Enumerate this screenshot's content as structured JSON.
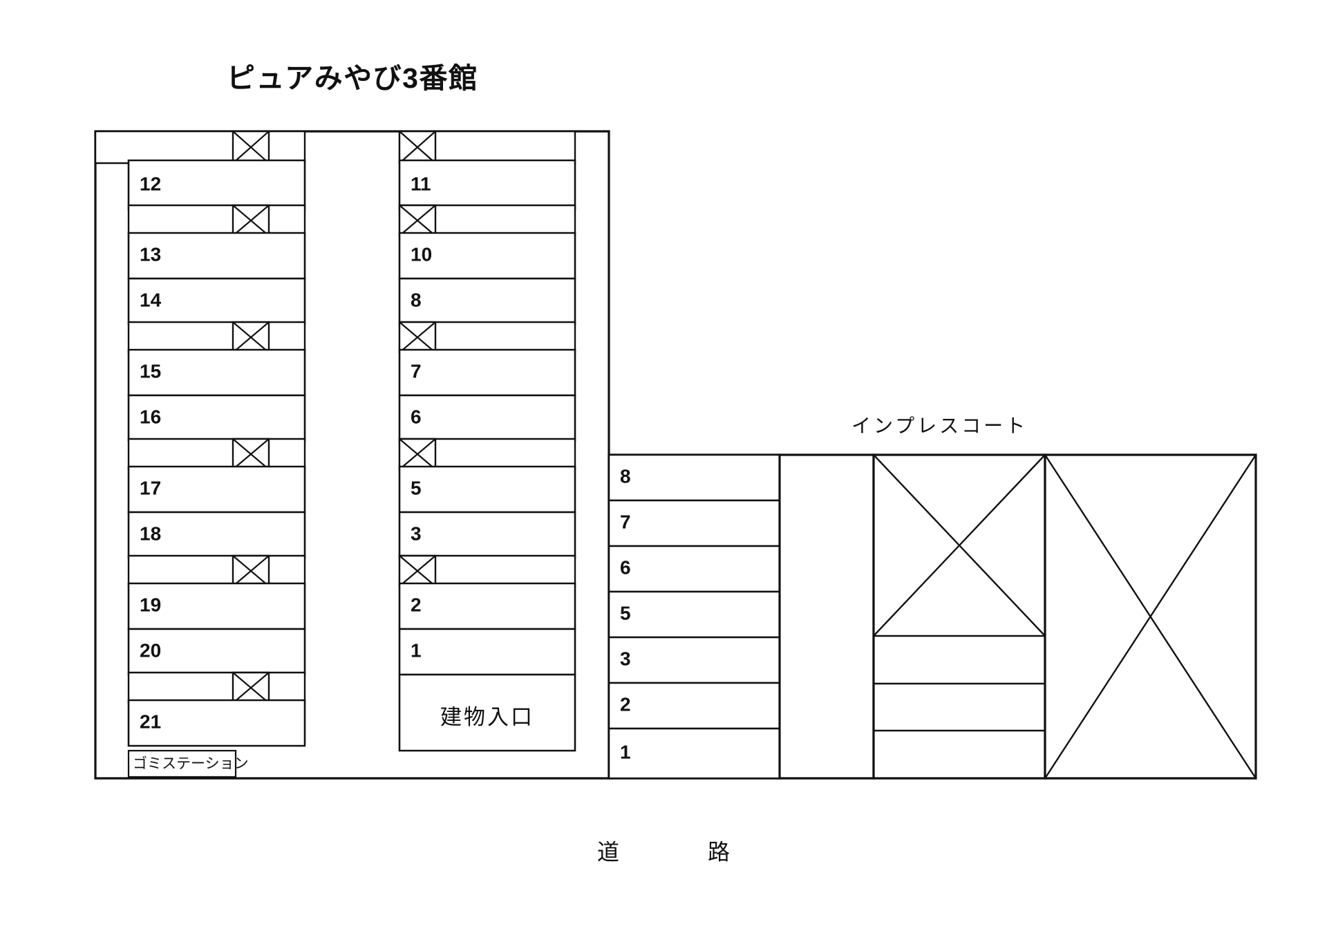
{
  "title": "ピュアみやび3番館",
  "labels": {
    "building_entrance": "建物入口",
    "garbage_station": "ゴミステーション",
    "impress_court": "インプレスコート",
    "road": "道　　　　路"
  },
  "colors": {
    "line": "#111111",
    "background": "#ffffff",
    "text": "#111111"
  },
  "left_column": {
    "name": "west-parking-row",
    "marker_side": "right",
    "rows": [
      {
        "kind": "marker-strip",
        "label": ""
      },
      {
        "kind": "stall",
        "label": "12"
      },
      {
        "kind": "marker-strip",
        "label": ""
      },
      {
        "kind": "stall",
        "label": "13"
      },
      {
        "kind": "stall",
        "label": "14"
      },
      {
        "kind": "marker-strip",
        "label": ""
      },
      {
        "kind": "stall",
        "label": "15"
      },
      {
        "kind": "stall",
        "label": "16"
      },
      {
        "kind": "marker-strip",
        "label": ""
      },
      {
        "kind": "stall",
        "label": "17"
      },
      {
        "kind": "stall",
        "label": "18"
      },
      {
        "kind": "marker-strip",
        "label": ""
      },
      {
        "kind": "stall",
        "label": "19"
      },
      {
        "kind": "stall",
        "label": "20"
      },
      {
        "kind": "marker-strip",
        "label": ""
      },
      {
        "kind": "stall",
        "label": "21"
      }
    ]
  },
  "middle_column": {
    "name": "center-parking-row",
    "marker_side": "left",
    "rows": [
      {
        "kind": "marker-strip",
        "label": ""
      },
      {
        "kind": "stall",
        "label": "11"
      },
      {
        "kind": "marker-strip",
        "label": ""
      },
      {
        "kind": "stall",
        "label": "10"
      },
      {
        "kind": "stall",
        "label": "8"
      },
      {
        "kind": "marker-strip",
        "label": ""
      },
      {
        "kind": "stall",
        "label": "7"
      },
      {
        "kind": "stall",
        "label": "6"
      },
      {
        "kind": "marker-strip",
        "label": ""
      },
      {
        "kind": "stall",
        "label": "5"
      },
      {
        "kind": "stall",
        "label": "3"
      },
      {
        "kind": "marker-strip",
        "label": ""
      },
      {
        "kind": "stall",
        "label": "2"
      },
      {
        "kind": "stall",
        "label": "1"
      },
      {
        "kind": "entrance",
        "label": "建物入口"
      }
    ]
  },
  "right_column": {
    "name": "east-parking-row",
    "rows": [
      {
        "kind": "stall",
        "label": "8"
      },
      {
        "kind": "stall",
        "label": "7"
      },
      {
        "kind": "stall",
        "label": "6"
      },
      {
        "kind": "stall",
        "label": "5"
      },
      {
        "kind": "stall",
        "label": "3"
      },
      {
        "kind": "stall",
        "label": "2"
      },
      {
        "kind": "stall",
        "label": "1"
      }
    ]
  },
  "neighbor_blocks": {
    "gap_block": {
      "name": "blank-lot",
      "label": ""
    },
    "block_a": {
      "name": "impress-court-building-a",
      "label": "",
      "has_x": true,
      "sub_strips": 3
    },
    "block_b": {
      "name": "impress-court-building-b",
      "label": "",
      "has_x": true,
      "sub_strips": 0
    }
  }
}
